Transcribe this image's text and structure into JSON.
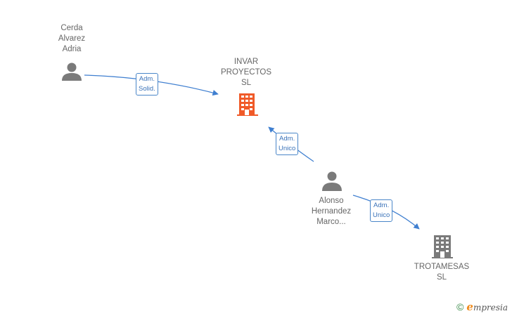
{
  "colors": {
    "edge": "#3f7fd0",
    "person": "#7a7a7a",
    "company_highlight": "#f05a28",
    "company_default": "#7a7a7a"
  },
  "nodes": {
    "cerda": {
      "label": "Cerda\nAlvarez\nAdria",
      "icon": "person-icon"
    },
    "invar": {
      "label": "INVAR\nPROYECTOS\nSL",
      "icon": "building-icon"
    },
    "alonso": {
      "label": "Alonso\nHernandez\nMarco...",
      "icon": "person-icon"
    },
    "trotamesas": {
      "label": "TROTAMESAS\nSL",
      "icon": "building-icon"
    }
  },
  "edges": {
    "cerda_invar": {
      "label": "Adm.\nSolid."
    },
    "alonso_invar": {
      "label": "Adm.\nUnico"
    },
    "alonso_trotamesas": {
      "label": "Adm.\nUnico"
    }
  },
  "footer": {
    "copyright": "©",
    "brand_initial": "e",
    "brand_rest": "mpresia"
  }
}
